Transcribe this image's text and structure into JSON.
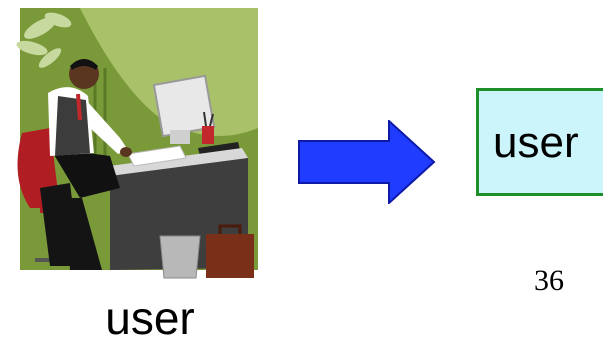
{
  "illustration": {
    "caption": "user"
  },
  "arrow": {
    "color": "#1f3cff",
    "outline": "#0d1aa8"
  },
  "entity_box": {
    "label": "user",
    "border_color": "#1c8f2a",
    "fill_color": "#cbf4fb"
  },
  "page": {
    "number": "36"
  }
}
